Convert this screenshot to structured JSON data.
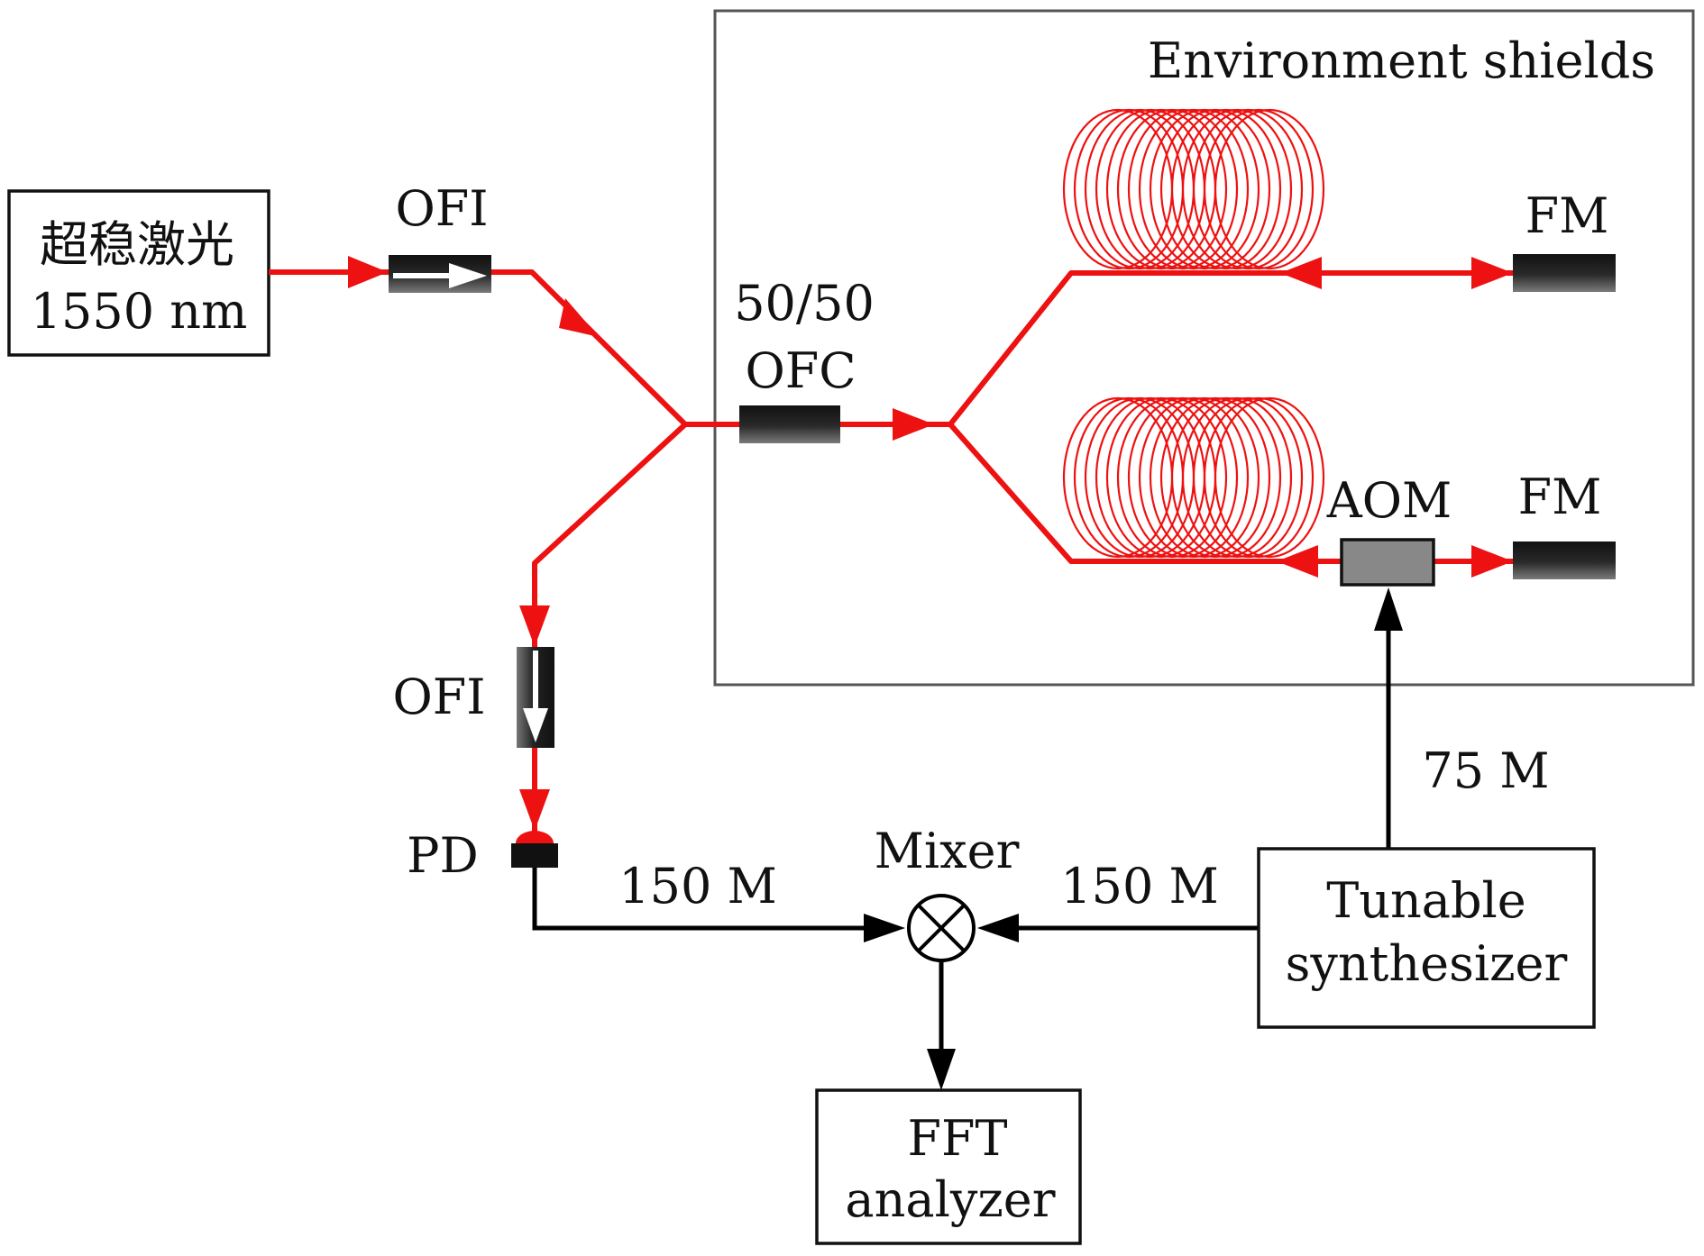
{
  "labels": {
    "shield": "Environment shields",
    "laser_line1": "超稳激光",
    "laser_line2": "1550 nm",
    "ofi_top": "OFI",
    "ofi_bottom": "OFI",
    "ratio": "50/50",
    "ofc": "OFC",
    "fm_top": "FM",
    "fm_bottom": "FM",
    "aom": "AOM",
    "pd": "PD",
    "mixer": "Mixer",
    "freq_pd": "150 M",
    "freq_synth": "150 M",
    "freq_aom": "75 M",
    "synth_line1": "Tunable",
    "synth_line2": "synthesizer",
    "fft_line1": "FFT",
    "fft_line2": "analyzer"
  },
  "colors": {
    "fiber": "#ee1111",
    "electrical": "#000000",
    "component": "#1a1a1a",
    "aom_fill": "#888888"
  }
}
